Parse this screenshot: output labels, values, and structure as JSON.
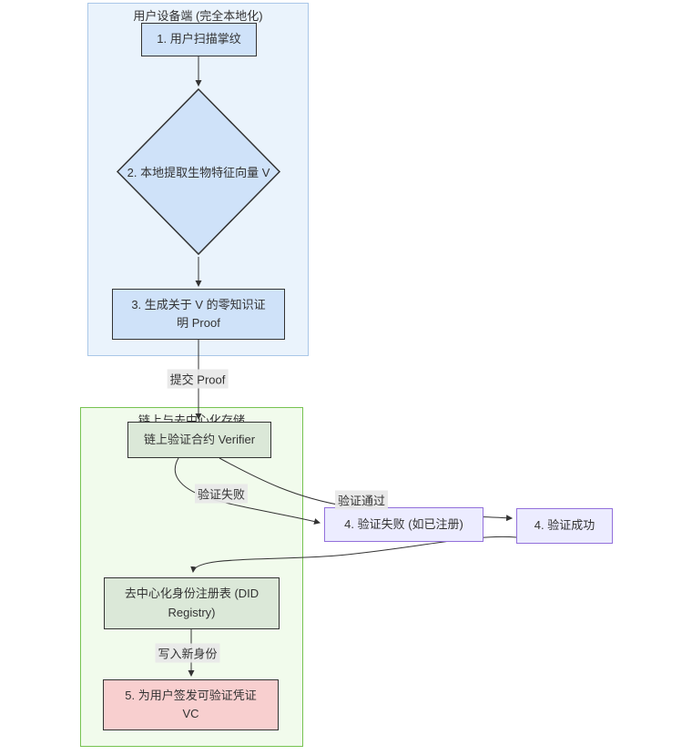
{
  "diagram": {
    "clusters": {
      "device": {
        "label": "用户设备端 (完全本地化)"
      },
      "chain": {
        "label": "链上与去中心化存储"
      }
    },
    "nodes": {
      "scan": {
        "label": "1. 用户扫描掌纹"
      },
      "extract": {
        "label": "2. 本地提取生物特征向量 V"
      },
      "proof": {
        "label": "3. 生成关于 V 的零知识证\n明 Proof"
      },
      "verifier": {
        "label": "链上验证合约 Verifier"
      },
      "fail": {
        "label": "4. 验证失败 (如已注册)"
      },
      "success": {
        "label": "4. 验证成功"
      },
      "registry": {
        "label": "去中心化身份注册表 (DID\nRegistry)"
      },
      "vc": {
        "label": "5. 为用户签发可验证凭证\nVC"
      }
    },
    "edge_labels": {
      "submit": {
        "label": "提交 Proof"
      },
      "fail": {
        "label": "验证失败"
      },
      "pass": {
        "label": "验证通过"
      },
      "write": {
        "label": "写入新身份"
      }
    },
    "colors": {
      "device_cluster_fill": "#eaf3fc",
      "device_cluster_border": "#a9c7e8",
      "chain_cluster_fill": "#f1fbec",
      "chain_cluster_border": "#77c351",
      "blue_node_fill": "#cfe2f9",
      "green_node_fill": "#dbe8d8",
      "purple_node_fill": "#ececff",
      "purple_node_border": "#9370db",
      "pink_node_fill": "#f8cfcf",
      "dark_border": "#333333",
      "edge_color": "#333333",
      "edge_label_bg": "#e8e8e8",
      "text_color": "#333333"
    }
  }
}
